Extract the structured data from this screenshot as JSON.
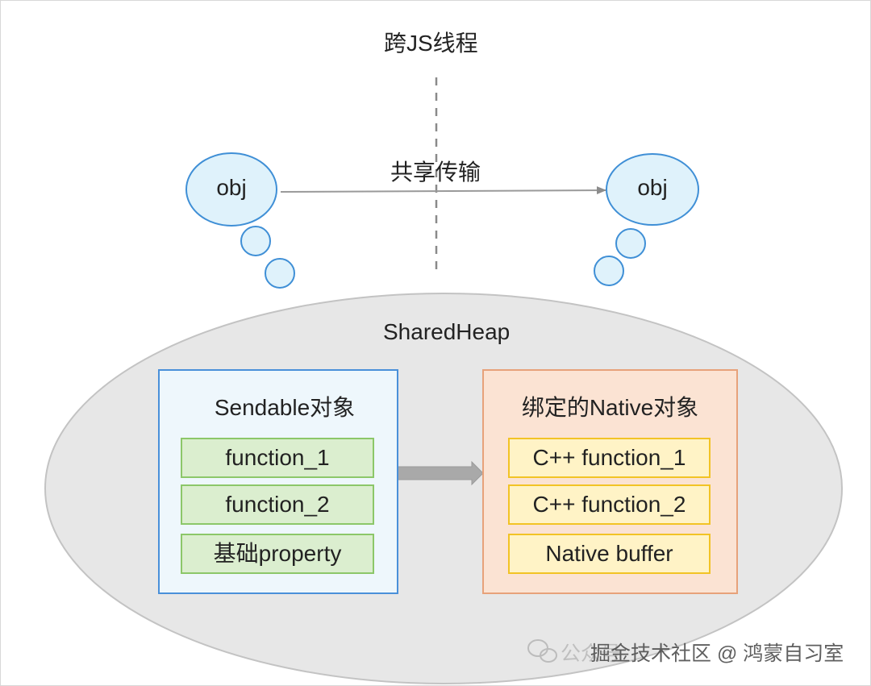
{
  "labels": {
    "top_title": "跨JS线程",
    "transfer_label": "共享传输",
    "left_obj": "obj",
    "right_obj": "obj",
    "heap_label": "SharedHeap"
  },
  "sendable_panel": {
    "title": "Sendable对象",
    "items": [
      "function_1",
      "function_2",
      "基础property"
    ]
  },
  "native_panel": {
    "title": "绑定的Native对象",
    "items": [
      "C++ function_1",
      "C++ function_2",
      "Native buffer"
    ]
  },
  "watermark": {
    "faded_text": "公众号",
    "main_text": "掘金技术社区 @ 鸿蒙自习室"
  },
  "colors": {
    "cloud_fill": "#dff2fb",
    "cloud_stroke": "#3f8fd6",
    "heap_fill": "#e7e7e7",
    "heap_stroke": "#c3c3c3",
    "arrow_gray": "#9e9e9e",
    "sendable_fill": "#eef7fc",
    "sendable_border": "#4a90d9",
    "native_fill": "#fbe3d3",
    "native_border": "#e7a27a",
    "green_item_fill": "#dbeecf",
    "green_item_border": "#8cc769",
    "yellow_item_fill": "#fff3c6",
    "yellow_item_border": "#f2c325"
  }
}
